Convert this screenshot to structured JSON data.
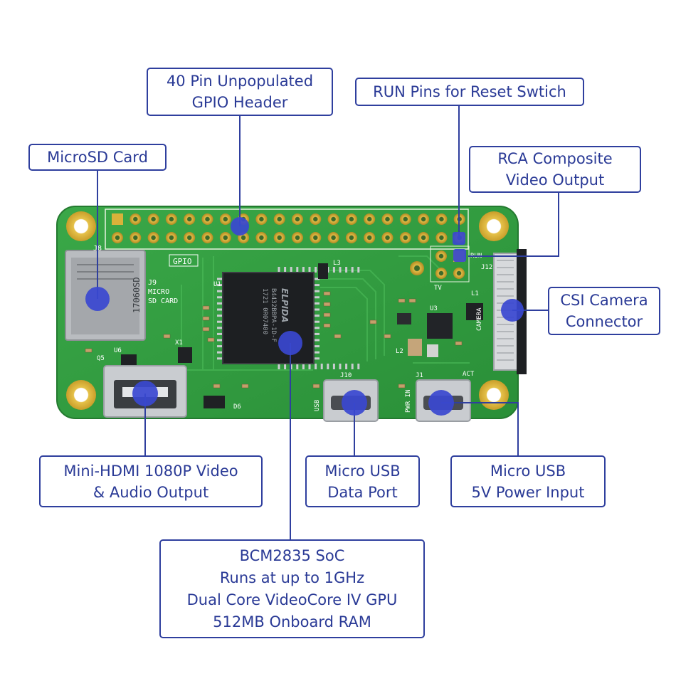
{
  "callouts": {
    "gpio": [
      "40 Pin Unpopulated",
      "GPIO Header"
    ],
    "run": [
      "RUN Pins for Reset Swtich"
    ],
    "microsd": [
      "MicroSD Card"
    ],
    "rca": [
      "RCA Composite",
      "Video Output"
    ],
    "csi": [
      "CSI Camera",
      "Connector"
    ],
    "hdmi": [
      "Mini-HDMI 1080P Video",
      "& Audio Output"
    ],
    "usb_data": [
      "Micro USB",
      "Data Port"
    ],
    "usb_power": [
      "Micro USB",
      "5V Power Input"
    ],
    "soc": [
      "BCM2835 SoC",
      "Runs at up to 1GHz",
      "Dual Core VideoCore IV GPU",
      "512MB Onboard RAM"
    ]
  },
  "board_labels": {
    "gpio": "GPIO",
    "j8": "J8",
    "j9": "J9",
    "micro_sd_card": [
      "MICRO",
      "SD CARD"
    ],
    "sd_code": "17060SD",
    "u1": "U1",
    "l3": "L3",
    "run": "RUN",
    "tv": "TV",
    "j12": "J12",
    "camera": "CAMERA",
    "u3": "U3",
    "l2": "L2",
    "l1": "L1",
    "x1": "X1",
    "u6": "U6",
    "q5": "Q5",
    "d6": "D6",
    "j10": "J10",
    "j1": "J1",
    "usb": "USB",
    "pwr_in": "PWR IN",
    "act": "ACT",
    "chip_brand": "ELPIDA",
    "chip_part": "B4432BBPA-1D-F",
    "chip_code": "1721 0R07400"
  },
  "colors": {
    "accent": "#2f3f9e",
    "label_text": "#2a3a96",
    "marker": "#3a48d0",
    "board": "#2e9a3c",
    "board_dark": "#1f7a2c",
    "gold": "#d8b23a"
  }
}
